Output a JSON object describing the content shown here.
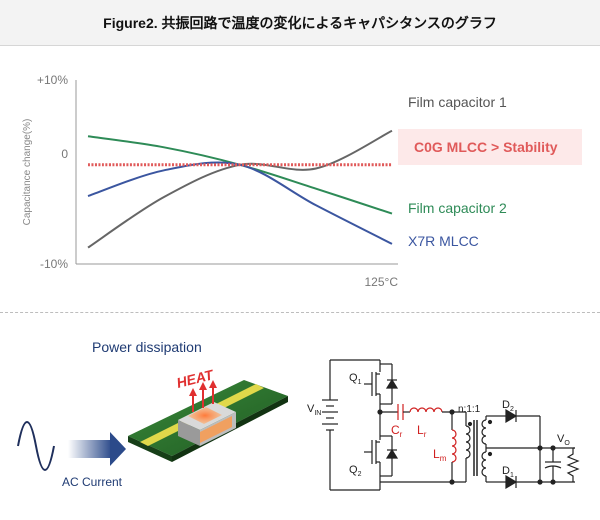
{
  "title": "Figure2. 共振回路で温度の変化によるキャパシタンスのグラフ",
  "chart_data": {
    "type": "line",
    "ylabel": "Capacitance change(%)",
    "y_ticks": [
      "+10%",
      "0",
      "-10%"
    ],
    "ylim": [
      -10,
      10
    ],
    "x_end_label": "125°C",
    "series": [
      {
        "name": "Film capacitor 1",
        "color": "#666666",
        "values": [
          -8,
          -2.5,
          1.0,
          0.6,
          4.7
        ]
      },
      {
        "name": "C0G MLCC > Stability",
        "color": "#e05a5a",
        "values": [
          1.0,
          1.0,
          1.0,
          1.0,
          1.0
        ]
      },
      {
        "name": "Film capacitor 2",
        "color": "#2e8b57",
        "values": [
          4.1,
          2.9,
          1.0,
          -1.6,
          -4.3
        ]
      },
      {
        "name": "X7R MLCC",
        "color": "#3b56a0",
        "values": [
          -2.4,
          0.4,
          1.0,
          -3.4,
          -7.6
        ]
      }
    ]
  },
  "illustration": {
    "power_label": "Power dissipation",
    "heat_label": "HEAT",
    "ac_label": "AC Current"
  },
  "circuit": {
    "vin": "V",
    "vin_sub": "IN",
    "q1": "Q",
    "q1_sub": "1",
    "q2": "Q",
    "q2_sub": "2",
    "cr": "C",
    "cr_sub": "r",
    "lr": "L",
    "lr_sub": "r",
    "lm": "L",
    "lm_sub": "m",
    "ratio": "n:1:1",
    "d1": "D",
    "d1_sub": "1",
    "d2": "D",
    "d2_sub": "2",
    "vo": "V",
    "vo_sub": "O"
  }
}
